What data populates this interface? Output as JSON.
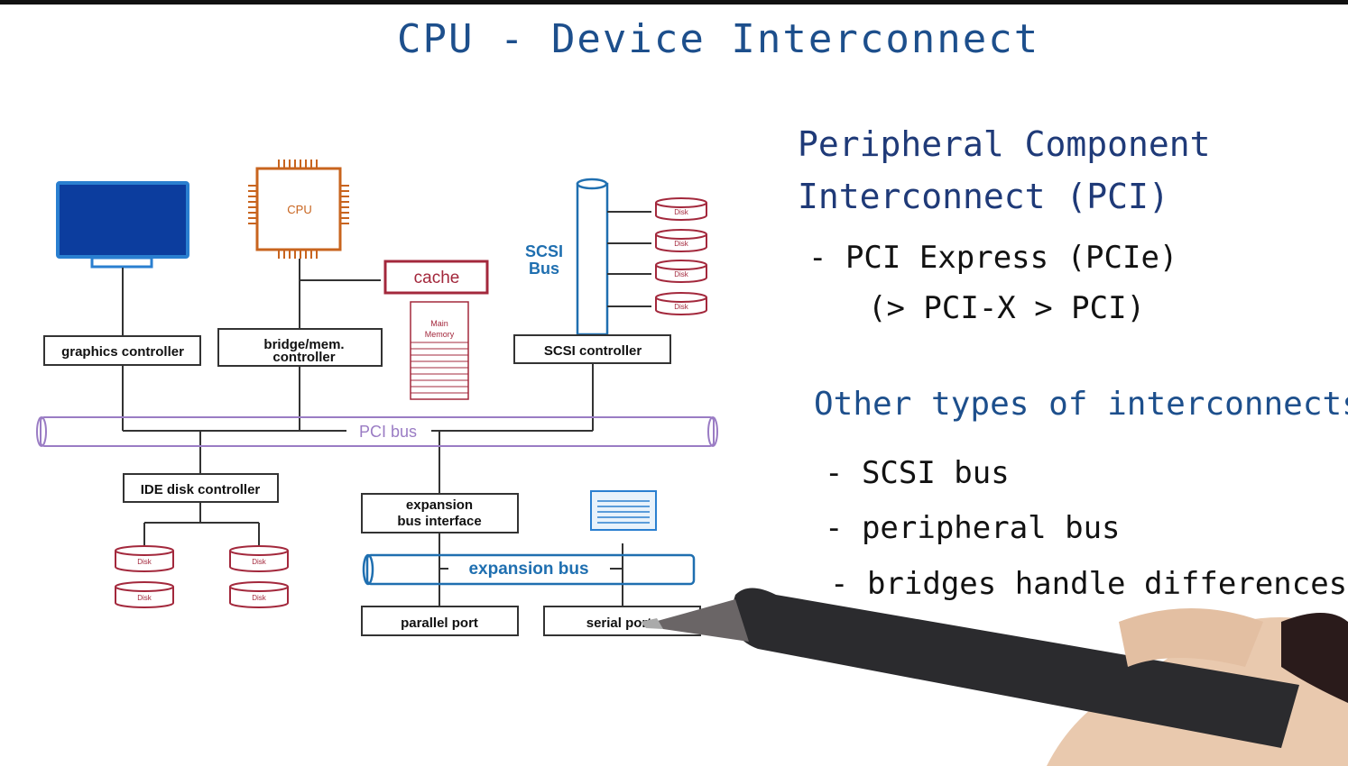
{
  "title": "CPU - Device Interconnect",
  "diagram": {
    "cpu_label": "CPU",
    "cache_label": "cache",
    "main_memory_label_1": "Main",
    "main_memory_label_2": "Memory",
    "scsi_bus_label_1": "SCSI",
    "scsi_bus_label_2": "Bus",
    "graphics_controller": "graphics controller",
    "bridge_label_1": "bridge/mem.",
    "bridge_label_2": "controller",
    "scsi_controller": "SCSI controller",
    "pci_bus": "PCI bus",
    "ide_controller": "IDE disk controller",
    "expansion_interface_1": "expansion",
    "expansion_interface_2": "bus interface",
    "expansion_bus": "expansion bus",
    "parallel_port": "parallel port",
    "serial_port": "serial port",
    "disk_label": "Disk"
  },
  "notes": {
    "pci_heading_1": "Peripheral Component",
    "pci_heading_2": "Interconnect (PCI)",
    "pcie_line": "- PCI Express (PCIe)",
    "pcie_compare": "(> PCI-X > PCI)",
    "other_heading": "Other types of interconnects",
    "item_1": "- SCSI bus",
    "item_2": "- peripheral bus",
    "item_3": "- bridges handle differences"
  },
  "colors": {
    "ink_blue": "#1d4f8c",
    "cpu_orange": "#c8641e",
    "disk_red": "#a3283c",
    "scsi_blue": "#1f6fb0",
    "pci_purple": "#9a7cc4",
    "monitor_blue": "#0c3d9e"
  }
}
